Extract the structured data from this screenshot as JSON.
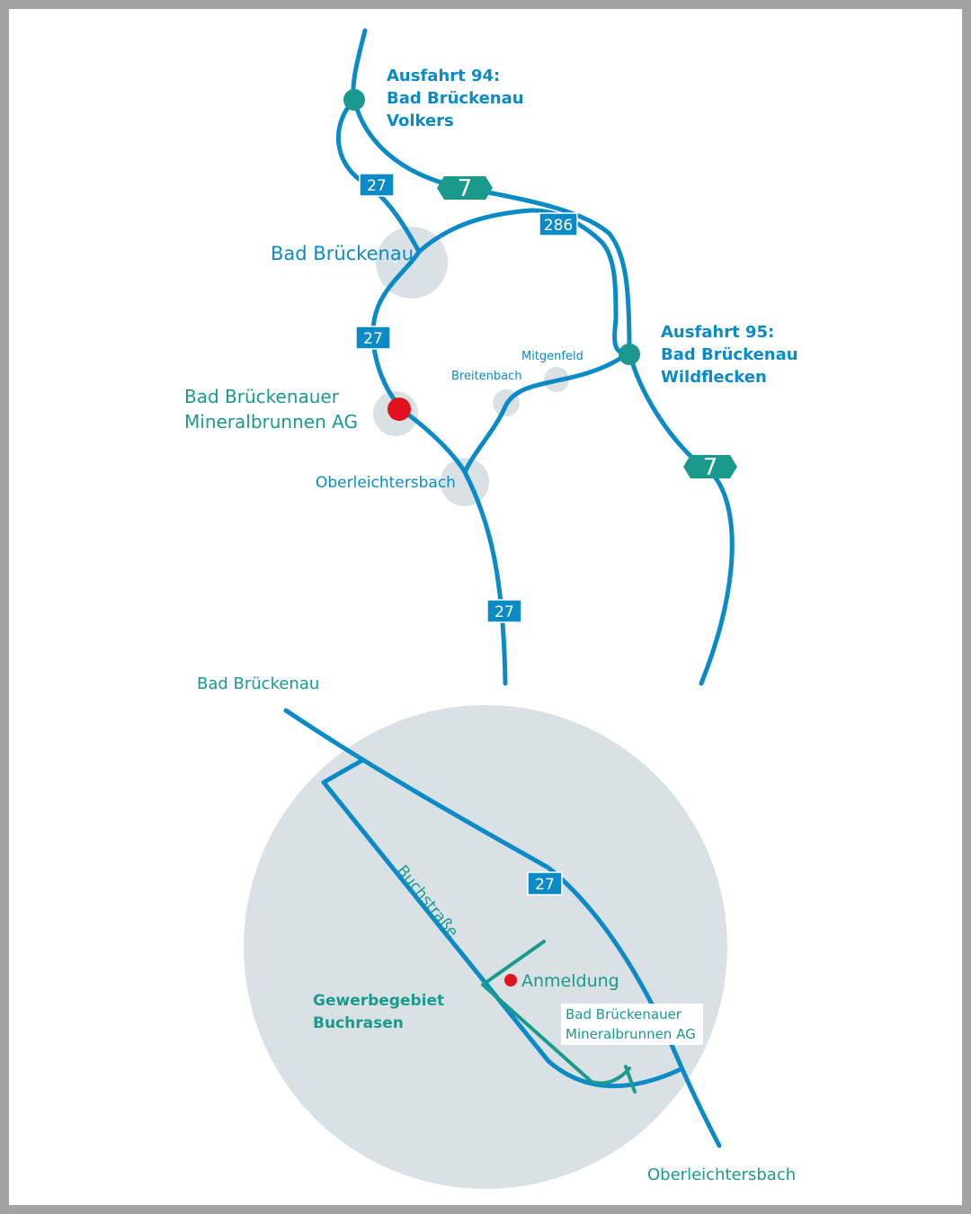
{
  "colors": {
    "road": "#0a8bc8",
    "motorway_shield": "#1a9a8c",
    "label_green": "#1a9a8c",
    "town_circle": "#dae1e5",
    "marker": "#e3101e"
  },
  "overview_map": {
    "exit_94": {
      "line1": "Ausfahrt 94:",
      "line2": "Bad Brückenau",
      "line3": "Volkers"
    },
    "exit_95": {
      "line1": "Ausfahrt 95:",
      "line2": "Bad Brückenau",
      "line3": "Wildflecken"
    },
    "motorway_number": "7",
    "road_27": "27",
    "road_286": "286",
    "towns": {
      "bad_brueckenau": "Bad Brückenau",
      "mitgenfeld": "Mitgenfeld",
      "breitenbach": "Breitenbach",
      "oberleichtersbach": "Oberleichtersbach"
    },
    "company": {
      "line1": "Bad Brückenauer",
      "line2": "Mineralbrunnen AG"
    }
  },
  "detail_map": {
    "direction_top": "Bad Brückenau",
    "direction_bottom": "Oberleichtersbach",
    "road_27": "27",
    "street": "Buchstraße",
    "registration": "Anmeldung",
    "area": {
      "line1": "Gewerbegebiet",
      "line2": "Buchrasen"
    },
    "company": {
      "line1": "Bad Brückenauer",
      "line2": "Mineralbrunnen AG"
    }
  }
}
